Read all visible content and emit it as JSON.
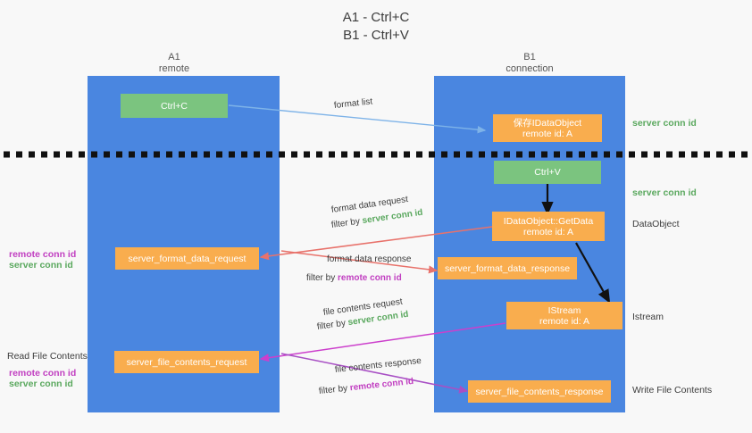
{
  "title": "A1 - Ctrl+C\nB1 - Ctrl+V",
  "columns": [
    {
      "name": "a1",
      "header": "A1\nremote"
    },
    {
      "name": "b1",
      "header": "B1\nconnection"
    }
  ],
  "nodes": {
    "ctrl_c": "Ctrl+C",
    "save_dataobject": "保存IDataObject\nremote id: A",
    "ctrl_v": "Ctrl+V",
    "getdata": "IDataObject::GetData\nremote id: A",
    "format_data_request": "server_format_data_request",
    "format_data_response": "server_format_data_response",
    "istream": "IStream\nremote id: A",
    "file_contents_request": "server_file_contents_request",
    "file_contents_response": "server_file_contents_response"
  },
  "right_labels": {
    "server_conn_id_1": "server conn id",
    "server_conn_id_2": "server conn id",
    "dataobject": "DataObject",
    "istream": "Istream",
    "write_file_contents": "Write File Contents"
  },
  "left_labels": {
    "remote_conn_id_1": "remote conn id",
    "server_conn_id_1": "server conn id",
    "read_file_contents": "Read File Contents",
    "remote_conn_id_2": "remote conn id",
    "server_conn_id_2": "server conn id"
  },
  "edge_labels": {
    "format_list": "format list",
    "format_data_request": "format data request",
    "format_data_request_filter_prefix": "filter by ",
    "format_data_request_filter_key": "server conn id",
    "format_data_response": "format data response",
    "format_data_response_filter_prefix": "filter by ",
    "format_data_response_filter_key": "remote conn id",
    "file_contents_request": "file contents request",
    "file_contents_request_filter_prefix": "filter by ",
    "file_contents_request_filter_key": "server conn id",
    "file_contents_response": "file contents response",
    "file_contents_response_filter_prefix": "filter by ",
    "file_contents_response_filter_key": "remote conn id"
  },
  "colors": {
    "column_blue": "#4a86e0",
    "node_green": "#7bc47f",
    "node_orange": "#f9ad4e",
    "arrow_light_blue": "#7eb3e8",
    "arrow_red": "#e8726b",
    "arrow_magenta": "#cc3fcc",
    "arrow_purple": "#a84fc4",
    "arrow_black": "#111111",
    "text_green": "#5aa85e",
    "text_magenta": "#c13fc1",
    "background": "#f8f8f8"
  }
}
